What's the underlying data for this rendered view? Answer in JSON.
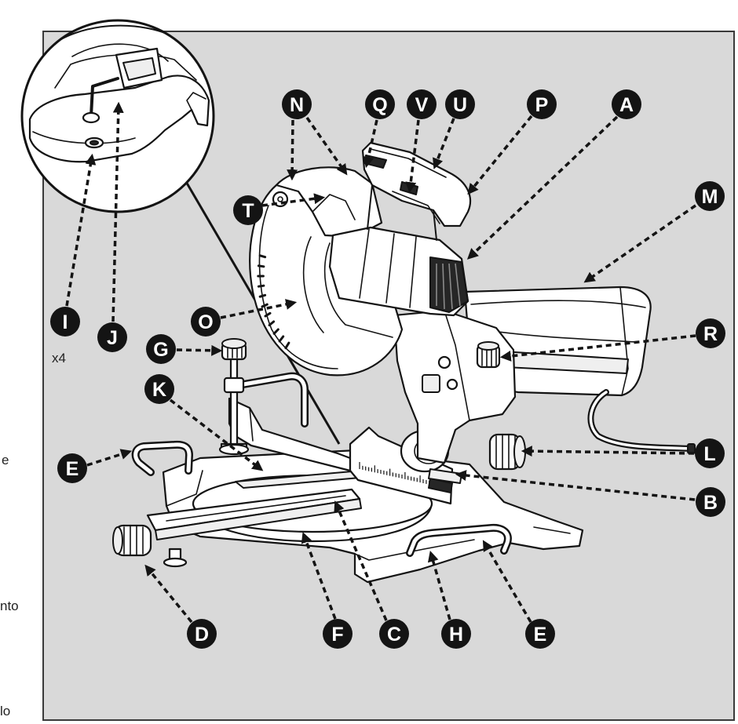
{
  "figure": {
    "callouts": [
      "N",
      "Q",
      "V",
      "U",
      "P",
      "A",
      "M",
      "T",
      "O",
      "I",
      "J",
      "G",
      "R",
      "K",
      "E",
      "L",
      "B",
      "D",
      "F",
      "C",
      "H",
      "E"
    ],
    "callout_I_quantity": "x4"
  },
  "margin_text": [
    "e",
    "nto",
    "lo"
  ],
  "colors": {
    "background": "#ffffff",
    "panel": "#d9d9d9",
    "ink": "#141414",
    "callout_text": "#ffffff"
  }
}
